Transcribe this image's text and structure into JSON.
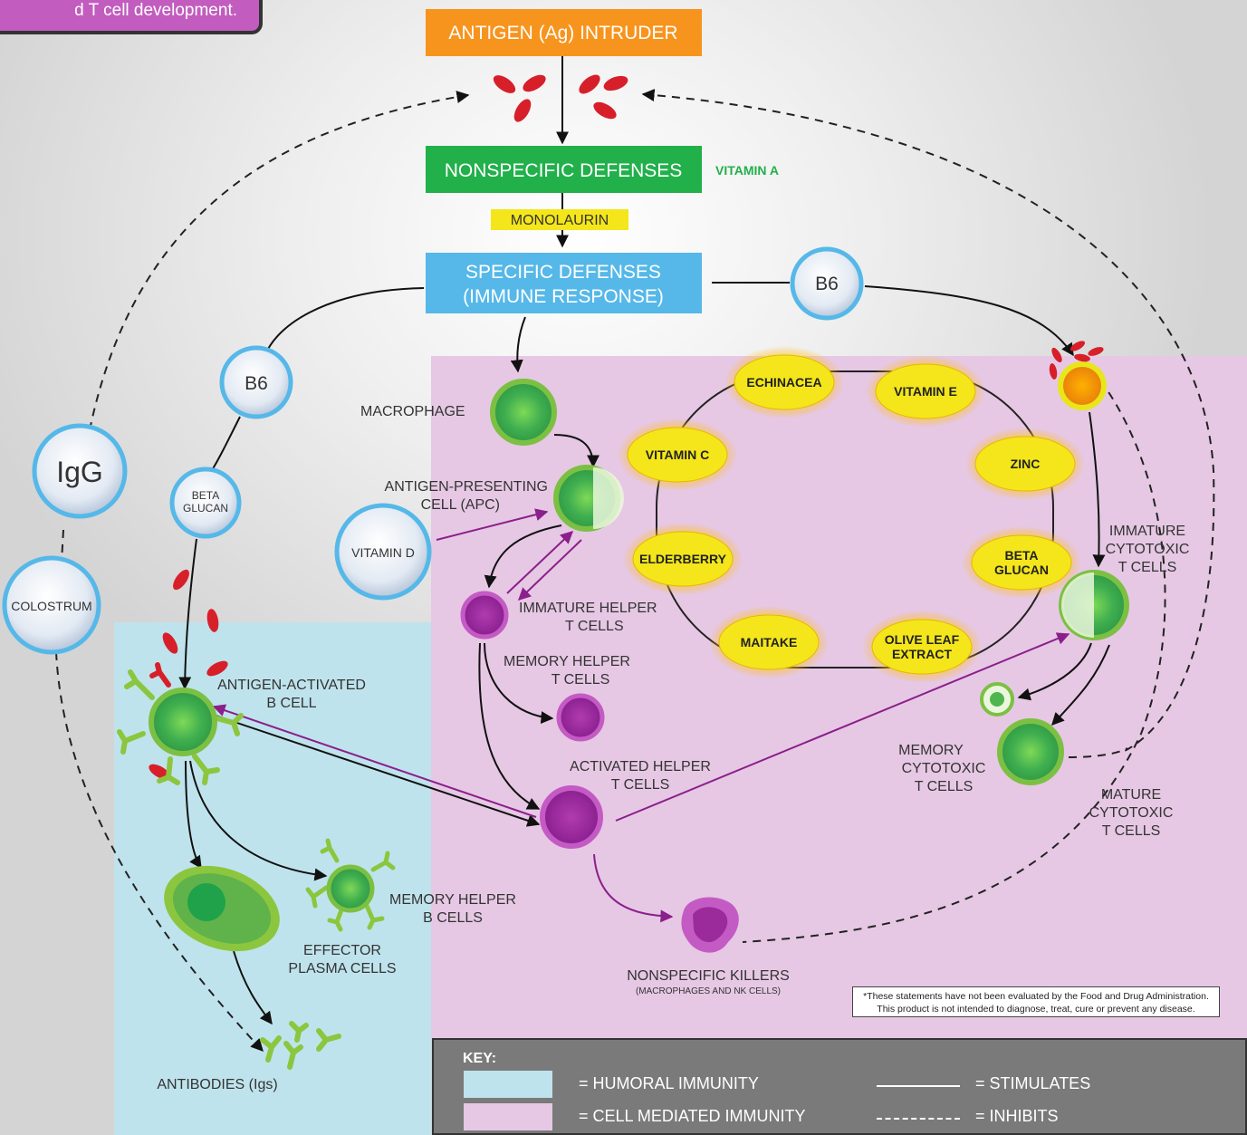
{
  "top_note": "d T cell development.",
  "boxes": {
    "antigen": "ANTIGEN (Ag) INTRUDER",
    "nonspecific": "NONSPECIFIC DEFENSES",
    "specific_1": "SPECIFIC DEFENSES",
    "specific_2": "(IMMUNE RESPONSE)"
  },
  "supplements": {
    "vitamin_a": "VITAMIN A",
    "monolaurin": "MONOLAURIN",
    "b6": "B6",
    "igg": "IgG",
    "beta_glucan_1": "BETA",
    "beta_glucan_2": "GLUCAN",
    "colostrum": "COLOSTRUM",
    "vitamin_d": "VITAMIN D"
  },
  "ring": {
    "echinacea": "ECHINACEA",
    "vitamin_e": "VITAMIN E",
    "vitamin_c": "VITAMIN C",
    "zinc": "ZINC",
    "elderberry": "ELDERBERRY",
    "beta_1": "BETA",
    "beta_2": "GLUCAN",
    "maitake": "MAITAKE",
    "olive_1": "OLIVE LEAF",
    "olive_2": "EXTRACT"
  },
  "cells": {
    "macrophage": "MACROPHAGE",
    "apc_1": "ANTIGEN-PRESENTING",
    "apc_2": "CELL (APC)",
    "imm_helper_1": "IMMATURE HELPER",
    "imm_helper_2": "T CELLS",
    "mem_helper_t_1": "MEMORY HELPER",
    "mem_helper_t_2": "T CELLS",
    "act_helper_1": "ACTIVATED HELPER",
    "act_helper_2": "T CELLS",
    "ag_b_1": "ANTIGEN-ACTIVATED",
    "ag_b_2": "B CELL",
    "mem_b_1": "MEMORY HELPER",
    "mem_b_2": "B CELLS",
    "effector_1": "EFFECTOR",
    "effector_2": "PLASMA CELLS",
    "antibodies": "ANTIBODIES (Igs)",
    "nk_1": "NONSPECIFIC KILLERS",
    "nk_2": "(MACROPHAGES AND NK CELLS)",
    "imm_cyto_1": "IMMATURE",
    "imm_cyto_2": "CYTOTOXIC",
    "imm_cyto_3": "T CELLS",
    "mem_cyto_1": "MEMORY",
    "mem_cyto_2": "CYTOTOXIC",
    "mem_cyto_3": "T CELLS",
    "mat_cyto_1": "MATURE",
    "mat_cyto_2": "CYTOTOXIC",
    "mat_cyto_3": "T CELLS"
  },
  "disclaimer": {
    "line1": "*These statements have not been evaluated by the Food and Drug Administration.",
    "line2": "This product is not intended to diagnose, treat, cure or prevent any disease."
  },
  "key": {
    "title": "KEY:",
    "humoral": "= HUMORAL IMMUNITY",
    "cell_mediated": "= CELL MEDIATED IMMUNITY",
    "stimulates": "= STIMULATES",
    "inhibits": "= INHIBITS"
  },
  "colors": {
    "humoral_bg": "#bfe3ec",
    "cell_mediated_bg": "#e6c8e4",
    "antigen_box": "#f7941d",
    "nonspecific_box": "#22b04b",
    "specific_box": "#55b8e8",
    "supplement_circle": "#55b8e8",
    "ring_oval": "#f4e61a",
    "stimulate_arrow_purple": "#8b1f8b",
    "antigen_red": "#d71f2a"
  }
}
